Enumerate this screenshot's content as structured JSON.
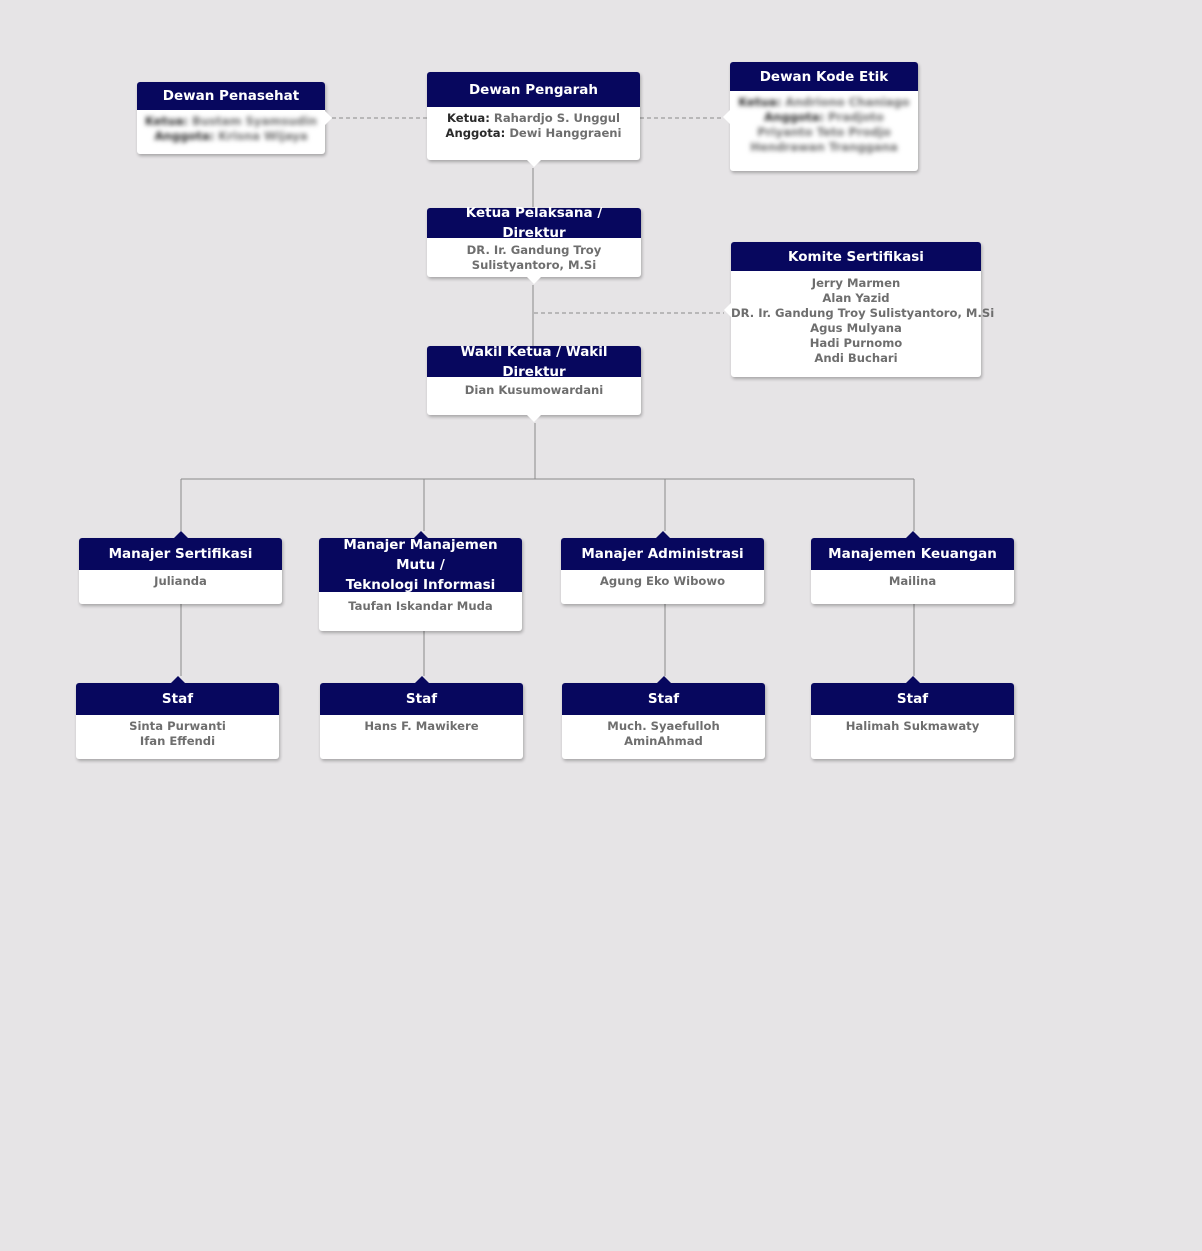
{
  "dewan_penasehat": {
    "title": "Dewan Penasehat",
    "lines": [
      {
        "key": "Ketua:",
        "value": "Bustam Syamsudin"
      },
      {
        "key": "Anggota:",
        "value": "Krisna Wijaya"
      }
    ]
  },
  "dewan_pengarah": {
    "title": "Dewan Pengarah",
    "lines": [
      {
        "key": "Ketua:",
        "value": "Rahardjo S. Unggul"
      },
      {
        "key": "Anggota:",
        "value": "Dewi Hanggraeni"
      }
    ]
  },
  "dewan_kode_etik": {
    "title": "Dewan Kode Etik",
    "lines": [
      {
        "key": "Ketua:",
        "value": "Andriono Chaniago"
      },
      {
        "key": "Anggota:",
        "value": "Pradjoto"
      },
      {
        "key": "",
        "value": "Priyanto Teto Prodjo"
      },
      {
        "key": "",
        "value": "Hendrawan Tranggana"
      }
    ]
  },
  "ketua_pelaksana": {
    "title": "Ketua Pelaksana / Direktur",
    "lines": [
      "DR. Ir. Gandung Troy",
      "Sulistyantoro, M.Si"
    ]
  },
  "komite_sertifikasi": {
    "title": "Komite Sertifikasi",
    "members": [
      "Jerry Marmen",
      "Alan Yazid",
      "DR. Ir. Gandung Troy Sulistyantoro, M.Si",
      "Agus Mulyana",
      "Hadi Purnomo",
      "Andi Buchari"
    ]
  },
  "wakil_ketua": {
    "title": "Wakil Ketua / Wakil Direktur",
    "lines": [
      "Dian Kusumowardani"
    ]
  },
  "manajer_sertifikasi": {
    "title": "Manajer Sertifikasi",
    "name": "Julianda"
  },
  "manajer_mutu": {
    "title": "Manajer Manajemen Mutu /\nTeknologi Informasi",
    "name": "Taufan Iskandar Muda"
  },
  "manajer_administrasi": {
    "title": "Manajer Administrasi",
    "name": "Agung Eko Wibowo"
  },
  "manajemen_keuangan": {
    "title": "Manajemen Keuangan",
    "name": "Mailina"
  },
  "staf_sertifikasi": {
    "title": "Staf",
    "names": [
      "Sinta Purwanti",
      "Ifan Effendi"
    ]
  },
  "staf_mutu": {
    "title": "Staf",
    "names": [
      "Hans F. Mawikere"
    ]
  },
  "staf_administrasi": {
    "title": "Staf",
    "names": [
      "Much. Syaefulloh",
      "AminAhmad"
    ]
  },
  "staf_keuangan": {
    "title": "Staf",
    "names": [
      "Halimah Sukmawaty"
    ]
  },
  "colors": {
    "header": "#07075e",
    "background": "#e6e4e6",
    "line": "#8a8a8a"
  }
}
